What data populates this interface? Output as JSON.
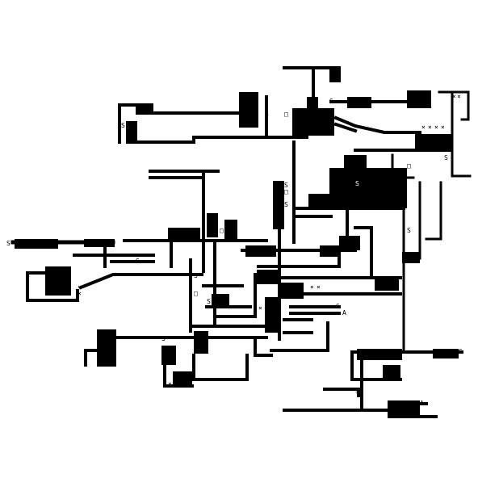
{
  "diagram": {
    "kind": "circuit-layout",
    "ink": "#000000",
    "paper": "#ffffff",
    "markers": {
      "source": "S",
      "alt": "A",
      "cross": "×",
      "via": "□"
    }
  }
}
